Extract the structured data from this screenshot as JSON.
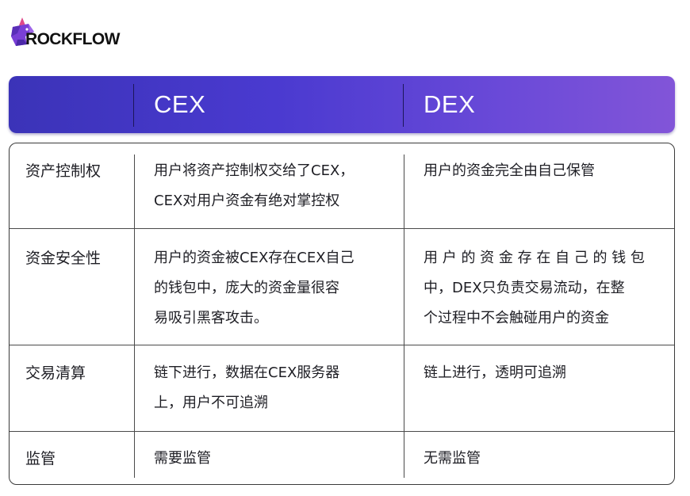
{
  "brand": {
    "logo_text": "ROCKFLOW",
    "logo_icon": "unicorn-head-icon",
    "accent_color": "#8a4be0"
  },
  "header": {
    "col_cex": "CEX",
    "col_dex": "DEX",
    "gradient_start": "#3b33b8",
    "gradient_end": "#8255d8"
  },
  "rows": [
    {
      "label": "资产控制权",
      "cex": [
        "用户将资产控制权交给了CEX，",
        "CEX对用户资金有绝对掌控权"
      ],
      "dex": [
        "用户的资金完全由自己保管"
      ]
    },
    {
      "label": "资金安全性",
      "cex": [
        "用户的资金被CEX存在CEX自己",
        "的钱包中，庞大的资金量很容",
        "易吸引黑客攻击。"
      ],
      "dex": [
        "用 户 的 资 金 存 在 自 己 的 钱 包",
        "中，DEX只负责交易流动，在整",
        "个过程中不会触碰用户的资金"
      ]
    },
    {
      "label": "交易清算",
      "cex": [
        "链下进行，数据在CEX服务器",
        "上，用户不可追溯"
      ],
      "dex": [
        "链上进行，透明可追溯"
      ]
    },
    {
      "label": "监管",
      "cex": [
        "需要监管"
      ],
      "dex": [
        "无需监管"
      ]
    }
  ]
}
